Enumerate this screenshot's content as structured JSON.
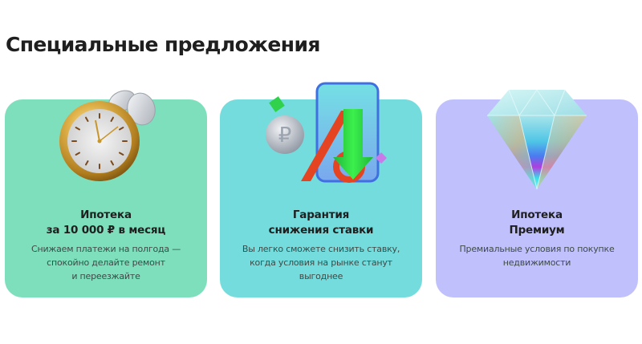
{
  "page": {
    "title": "Специальные предложения"
  },
  "cards": [
    {
      "background": "#7ddfbc",
      "icon": "stopwatch-with-coins-icon",
      "title_lines": [
        "Ипотека",
        "за 10 000 ₽ в месяц"
      ],
      "description_lines": [
        "Снижаем платежи на полгода —",
        "спокойно делайте ремонт",
        "и переезжайте"
      ]
    },
    {
      "background": "#74dcdc",
      "icon": "rate-drop-percent-icon",
      "title_lines": [
        "Гарантия",
        "снижения ставки"
      ],
      "description_lines": [
        "Вы легко сможете снизить ставку,",
        "когда условия на рынке станут",
        "выгоднее"
      ]
    },
    {
      "background": "#c0c1fc",
      "icon": "diamond-icon",
      "title_lines": [
        "Ипотека",
        "Премиум"
      ],
      "description_lines": [
        "Премиальные условия по покупке",
        "недвижимости"
      ]
    }
  ],
  "colors": {
    "title_text": "#1f1f1f",
    "description_text": "#3d4a47"
  }
}
